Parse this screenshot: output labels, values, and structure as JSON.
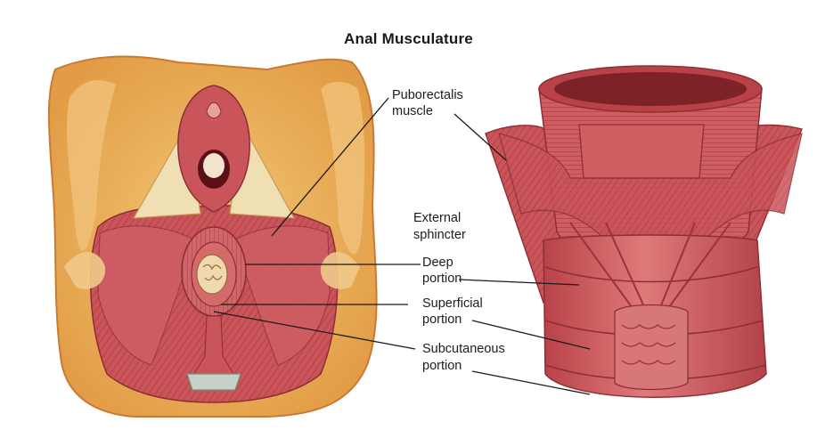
{
  "title": "Anal Musculature",
  "labels": {
    "puborectalis_line1": "Puborectalis",
    "puborectalis_line2": "muscle",
    "external_line1": "External",
    "external_line2": "sphincter",
    "deep_line1": "Deep",
    "deep_line2": "portion",
    "superficial_line1": "Superficial",
    "superficial_line2": "portion",
    "subcutaneous_line1": "Subcutaneous",
    "subcutaneous_line2": "portion"
  },
  "colors": {
    "fat": "#eab25c",
    "fat_light": "#f3cc83",
    "muscle": "#c9545a",
    "muscle_dark": "#9e3238",
    "muscle_light": "#e0868a",
    "skin": "#e6a55a",
    "lumen": "#f0dcc0",
    "leader": "#1a1a1a"
  }
}
